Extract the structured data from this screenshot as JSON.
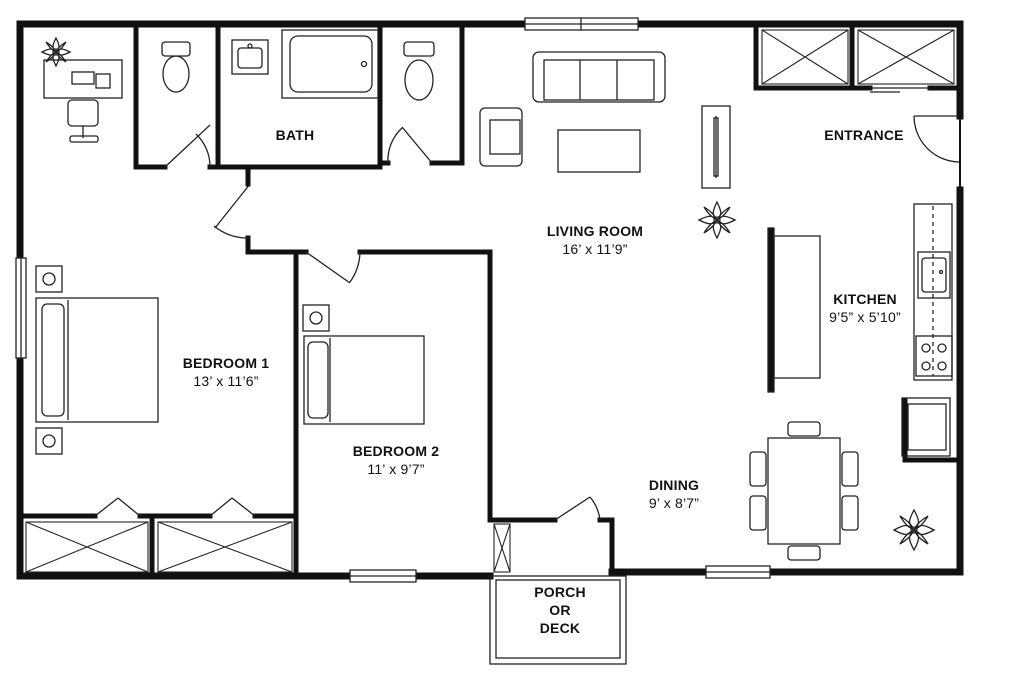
{
  "rooms": {
    "bath": {
      "name": "BATH"
    },
    "living_room": {
      "name": "LIVING ROOM",
      "dims": "16’ x 11’9”"
    },
    "entrance": {
      "name": "ENTRANCE"
    },
    "kitchen": {
      "name": "KITCHEN",
      "dims": "9’5” x 5’10”"
    },
    "bedroom1": {
      "name": "BEDROOM 1",
      "dims": "13’ x 11’6”"
    },
    "bedroom2": {
      "name": "BEDROOM 2",
      "dims": "11’ x 9’7”"
    },
    "dining": {
      "name": "DINING",
      "dims": "9’ x 8’7”"
    },
    "porch": {
      "line1": "PORCH",
      "line2": "OR",
      "line3": "DECK"
    }
  },
  "colors": {
    "wall": "#111111",
    "fixture": "#222222",
    "background": "#ffffff"
  }
}
